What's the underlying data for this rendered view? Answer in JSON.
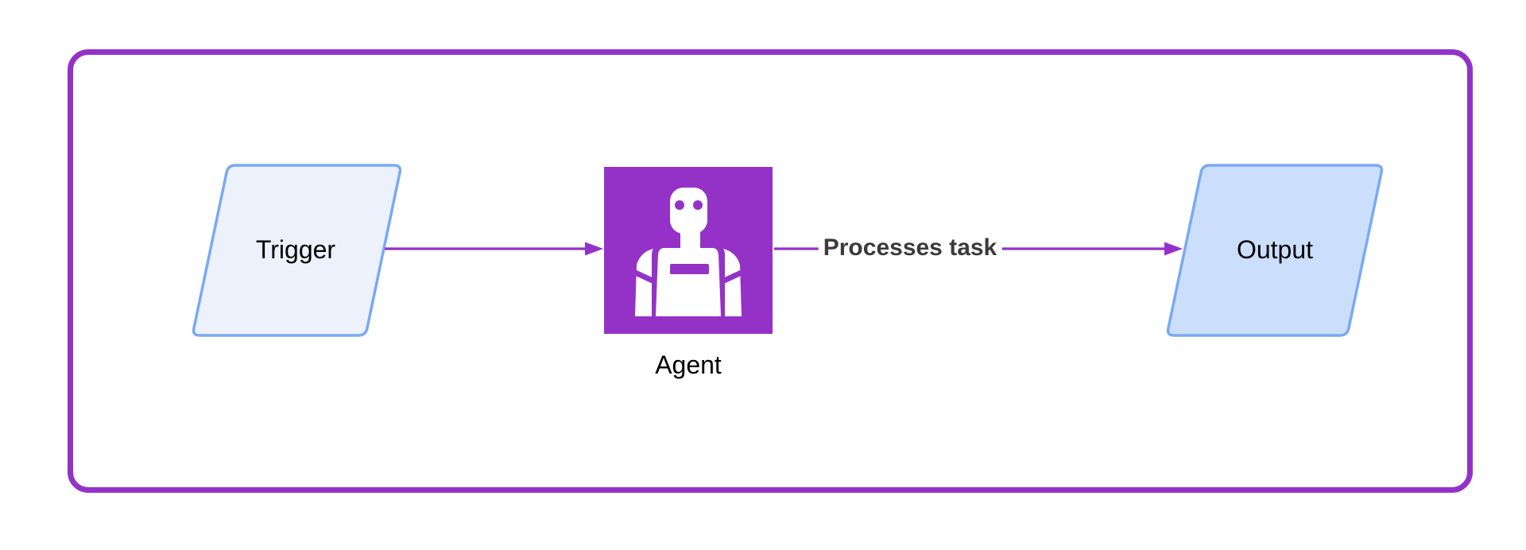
{
  "colors": {
    "frame_purple": "#9432c8",
    "node_border_blue": "#78aaf5",
    "trigger_fill": "#edf1fc",
    "output_fill": "#cbdffc",
    "edge_label_color": "#3b3b3b",
    "node_label_color": "#000000",
    "icon_white": "#ffffff",
    "background": "#ffffff"
  },
  "diagram": {
    "type": "flowchart",
    "nodes": [
      {
        "id": "trigger",
        "label": "Trigger",
        "shape": "parallelogram"
      },
      {
        "id": "agent",
        "label": "Agent",
        "shape": "square",
        "icon": "robot-icon"
      },
      {
        "id": "output",
        "label": "Output",
        "shape": "parallelogram"
      }
    ],
    "edges": [
      {
        "from": "trigger",
        "to": "agent"
      },
      {
        "from": "agent",
        "to": "output",
        "label": "Processes task"
      }
    ]
  }
}
